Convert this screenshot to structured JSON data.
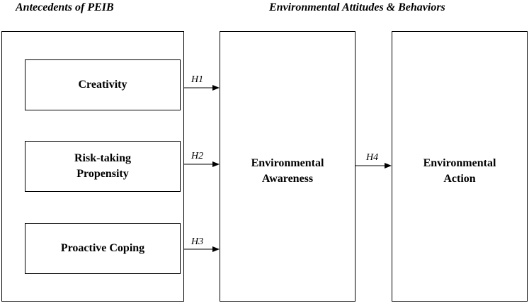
{
  "headings": {
    "left": "Antecedents of PEIB",
    "right": "Environmental Attitudes & Behaviors"
  },
  "antecedents": [
    {
      "label": "Creativity"
    },
    {
      "label": "Risk-taking\nPropensity"
    },
    {
      "label": "Proactive Coping"
    }
  ],
  "awareness": {
    "label": "Environmental\nAwareness"
  },
  "action": {
    "label": "Environmental\nAction"
  },
  "hypotheses": {
    "h1": "H1",
    "h2": "H2",
    "h3": "H3",
    "h4": "H4"
  },
  "colors": {
    "stroke": "#000000",
    "background": "#ffffff"
  }
}
